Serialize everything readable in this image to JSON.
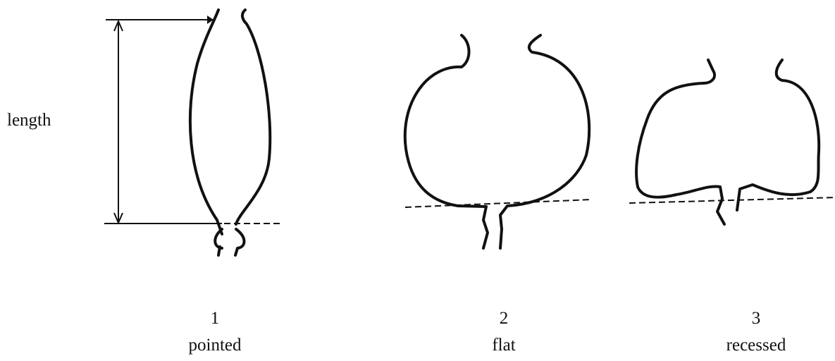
{
  "length_label": "length",
  "shapes": [
    {
      "number": "1",
      "name": "pointed"
    },
    {
      "number": "2",
      "name": "flat"
    },
    {
      "number": "3",
      "name": "recessed"
    }
  ]
}
